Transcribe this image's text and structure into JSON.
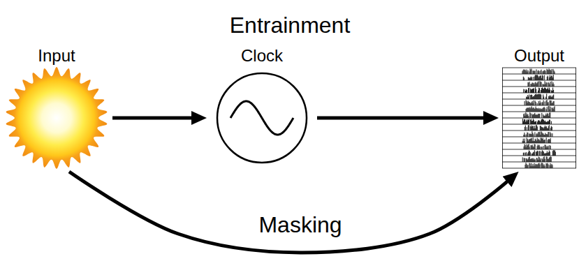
{
  "diagram": {
    "nodes": [
      {
        "text": [
          "Input"
        ]
      },
      {
        "text": [
          "Clock"
        ]
      },
      {
        "text": [
          "Output"
        ]
      }
    ],
    "edges": [
      {
        "from": 0,
        "to": 1,
        "arrow": "to"
      },
      {
        "from": 1,
        "to": 2,
        "arrow": "to"
      },
      {
        "from": 0,
        "to": 2,
        "label": "Masking",
        "arrow": "to"
      }
    ],
    "labels": [
      "Entrainment"
    ]
  }
}
